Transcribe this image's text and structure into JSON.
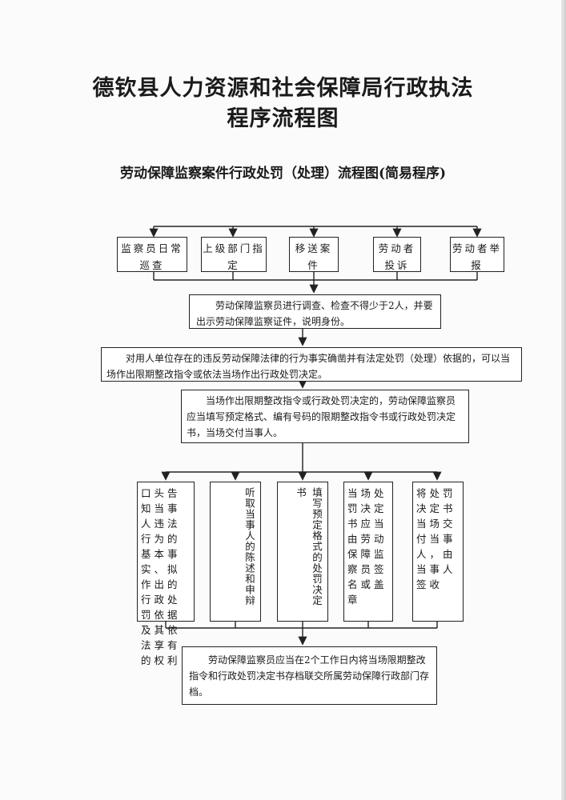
{
  "title_line1": "德钦县人力资源和社会保障局行政执法",
  "title_line2": "程序流程图",
  "subtitle": "劳动保障监察案件行政处罚（处理）流程图(简易程序)",
  "sources": [
    {
      "text": "监察员日常巡查"
    },
    {
      "text": "上级部门指定"
    },
    {
      "text": "移送案件"
    },
    {
      "text": "劳动者投诉"
    },
    {
      "text": "劳动者举报"
    }
  ],
  "step1": "劳动保障监察员进行调查、检查不得少于2人，并要出示劳动保障监察证件，说明身份。",
  "step2": "对用人单位存在的违反劳动保障法律的行为事实确凿并有法定处罚（处理）依据的，可以当场作出限期整改指令或依法当场作出行政处罚决定。",
  "step3": "当场作出限期整改指令或行政处罚决定的，劳动保障监察员应当填写预定格式、编有号码的限期整改指令书或行政处罚决定书，当场交付当事人。",
  "branches": [
    {
      "text": "口头告知当事人违法行为的基本事实、拟作出的行政处罚依据及其依法享有的权利"
    },
    {
      "text": "听取当事人的陈述和申辩"
    },
    {
      "text": "填写预定格式的处罚决定书"
    },
    {
      "text": "当场处罚决定书应当由劳动保障监察员签名或盖章"
    },
    {
      "text": "将处罚决定书当场交付当事人，由当事人签收"
    }
  ],
  "step4": "劳动保障监察员应当在2个工作日内将当场限期整改指令和行政处罚决定书存档联交所属劳动保障行政部门存档。"
}
